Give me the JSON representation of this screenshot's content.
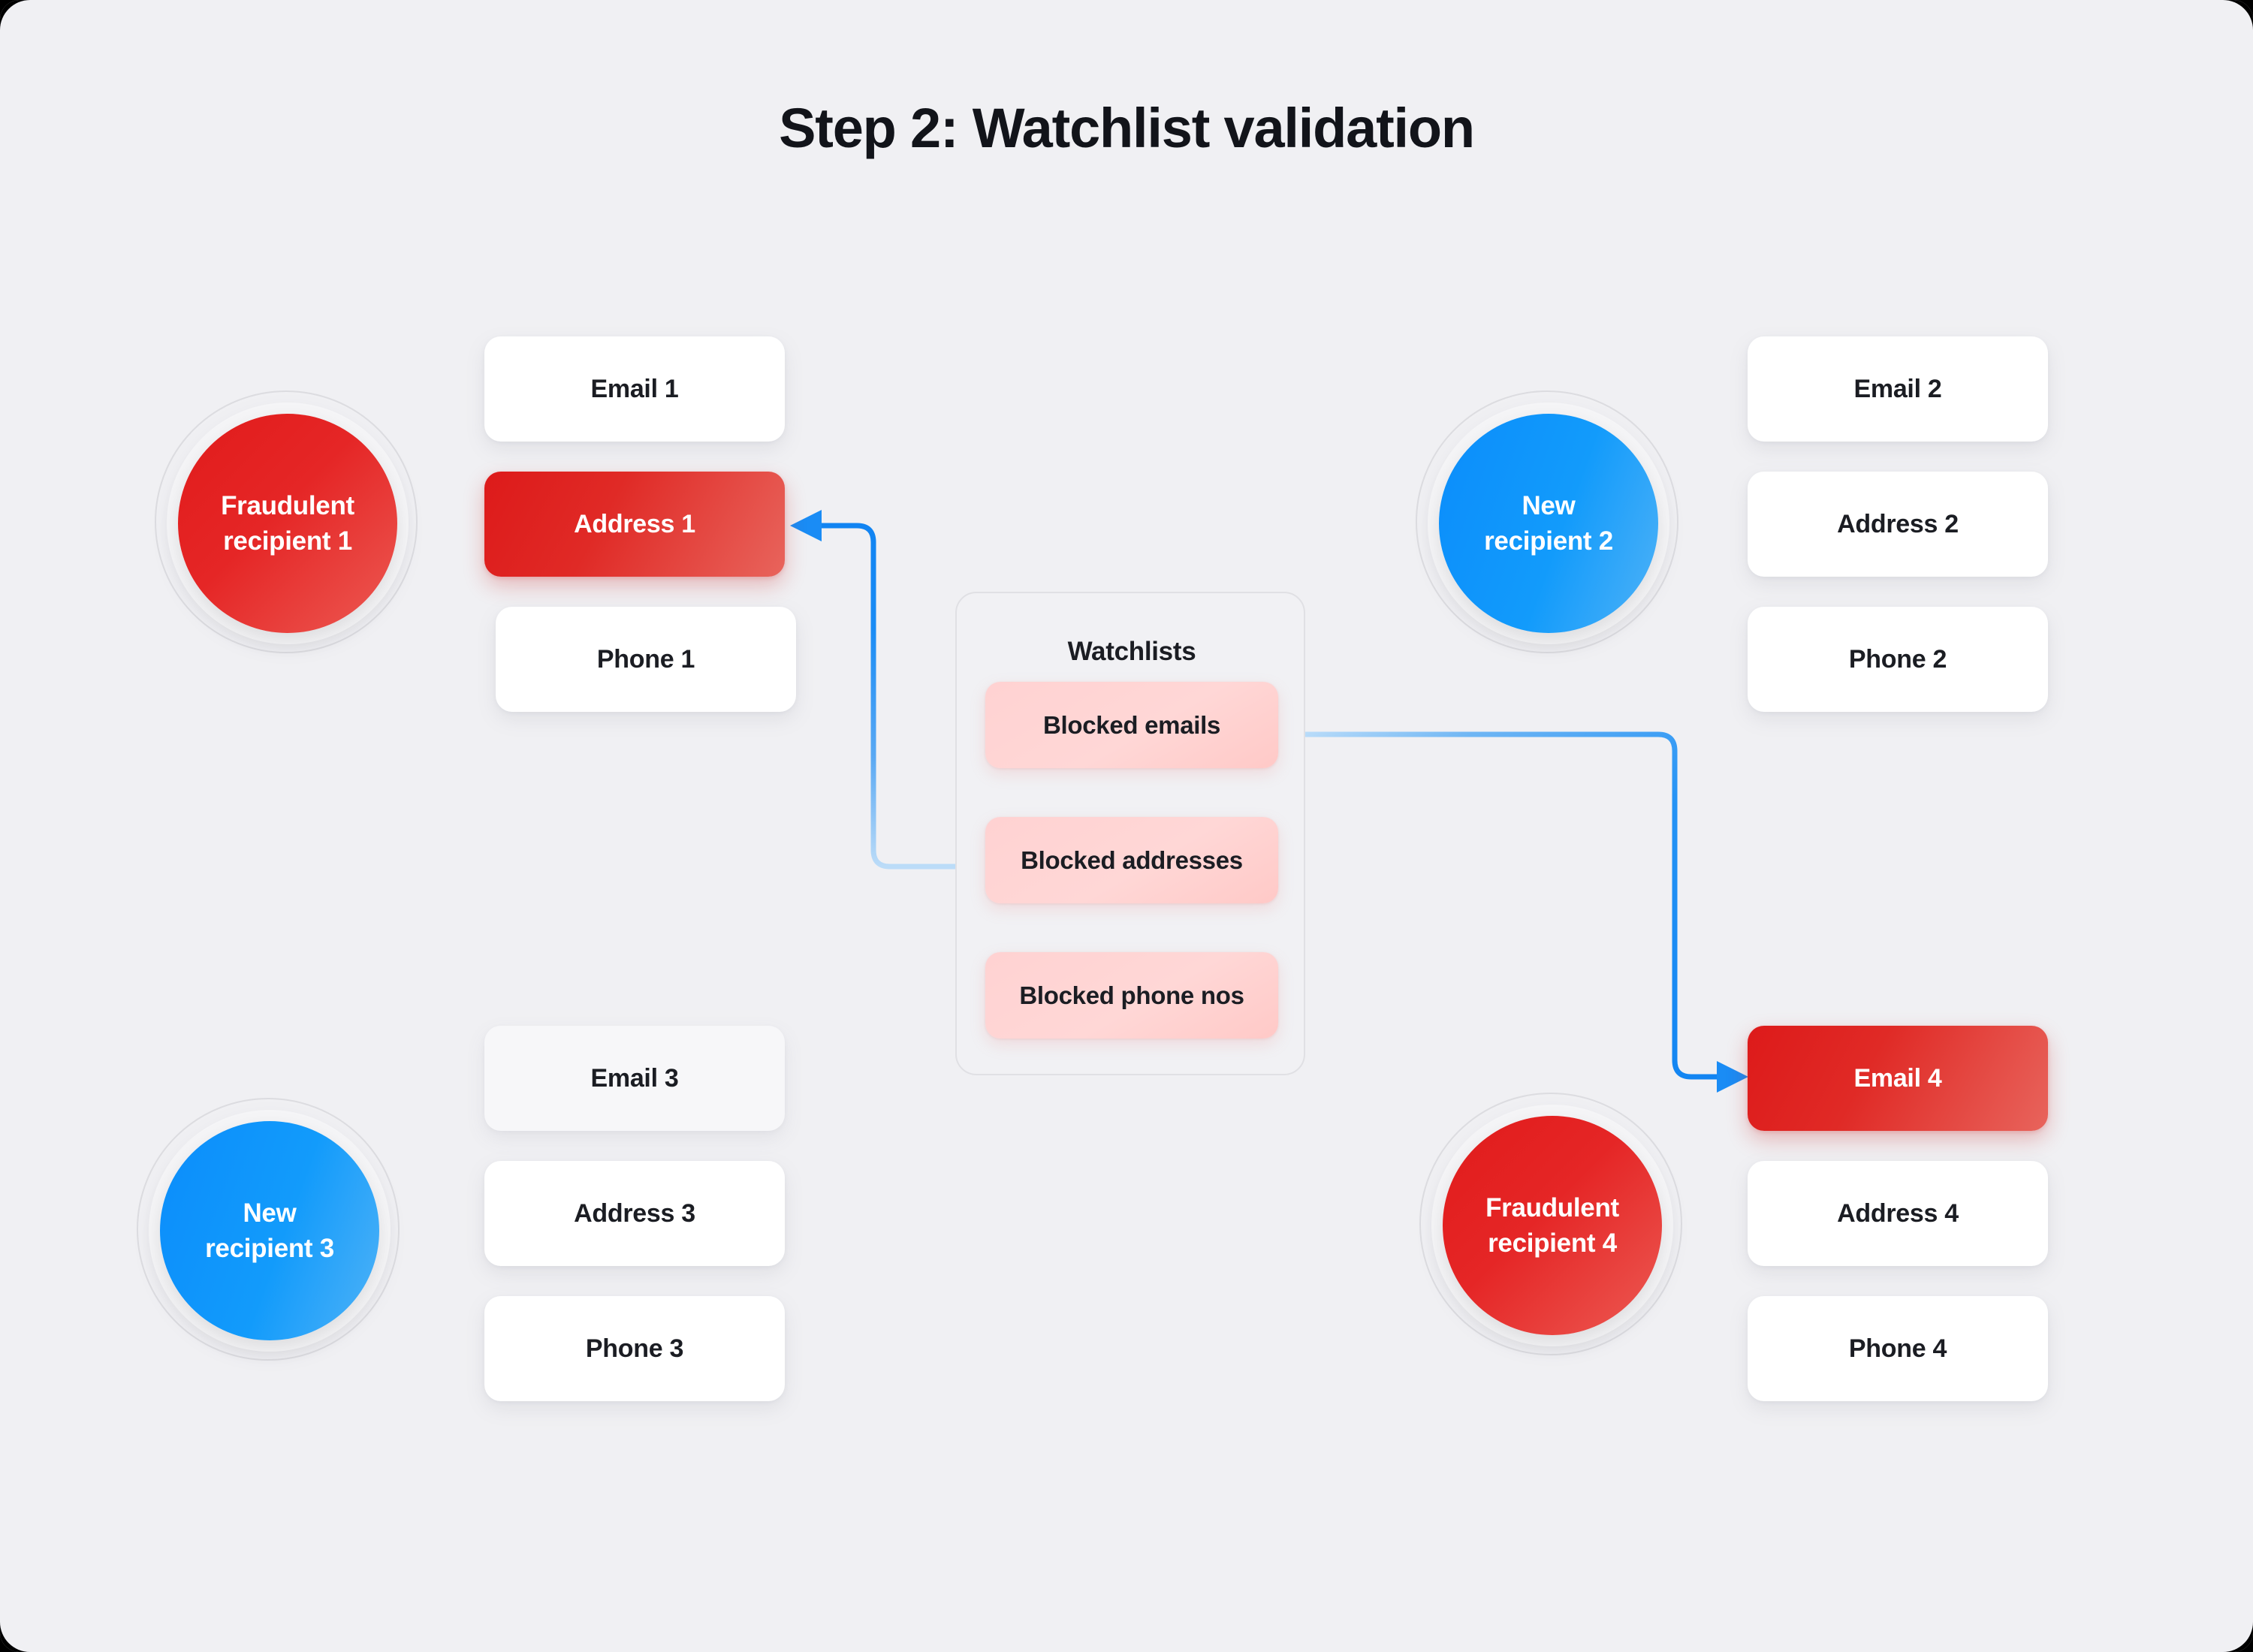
{
  "title": "Step 2: Watchlist validation",
  "colors": {
    "background": "#f0f0f3",
    "fraud_red": "#e02a26",
    "new_blue": "#129bfb",
    "watchlist_pink": "#ffd2d2",
    "connector_blue": "#1a8cf5",
    "text_dark": "#1b1d23"
  },
  "recipients": [
    {
      "id": "recipient-1",
      "line1": "Fraudulent",
      "line2": "recipient 1",
      "status": "fraudulent",
      "attributes": [
        {
          "label": "Email 1",
          "flagged": false,
          "style": "plain"
        },
        {
          "label": "Address 1",
          "flagged": true,
          "style": "flagged"
        },
        {
          "label": "Phone 1",
          "flagged": false,
          "style": "plain"
        }
      ]
    },
    {
      "id": "recipient-2",
      "line1": "New",
      "line2": "recipient 2",
      "status": "new",
      "attributes": [
        {
          "label": "Email 2",
          "flagged": false,
          "style": "plain"
        },
        {
          "label": "Address 2",
          "flagged": false,
          "style": "plain"
        },
        {
          "label": "Phone 2",
          "flagged": false,
          "style": "plain"
        }
      ]
    },
    {
      "id": "recipient-3",
      "line1": "New",
      "line2": "recipient 3",
      "status": "new",
      "attributes": [
        {
          "label": "Email 3",
          "flagged": false,
          "style": "muted"
        },
        {
          "label": "Address 3",
          "flagged": false,
          "style": "plain"
        },
        {
          "label": "Phone 3",
          "flagged": false,
          "style": "plain"
        }
      ]
    },
    {
      "id": "recipient-4",
      "line1": "Fraudulent",
      "line2": "recipient 4",
      "status": "fraudulent",
      "attributes": [
        {
          "label": "Email 4",
          "flagged": true,
          "style": "flagged"
        },
        {
          "label": "Address 4",
          "flagged": false,
          "style": "plain"
        },
        {
          "label": "Phone 4",
          "flagged": false,
          "style": "plain"
        }
      ]
    }
  ],
  "watchlists": {
    "title": "Watchlists",
    "items": [
      {
        "label": "Blocked emails"
      },
      {
        "label": "Blocked addresses"
      },
      {
        "label": "Blocked phone nos"
      }
    ]
  },
  "connections": [
    {
      "from": "Blocked addresses",
      "to": "Address 1",
      "direction": "left"
    },
    {
      "from": "Blocked emails",
      "to": "Email 4",
      "direction": "right"
    }
  ]
}
